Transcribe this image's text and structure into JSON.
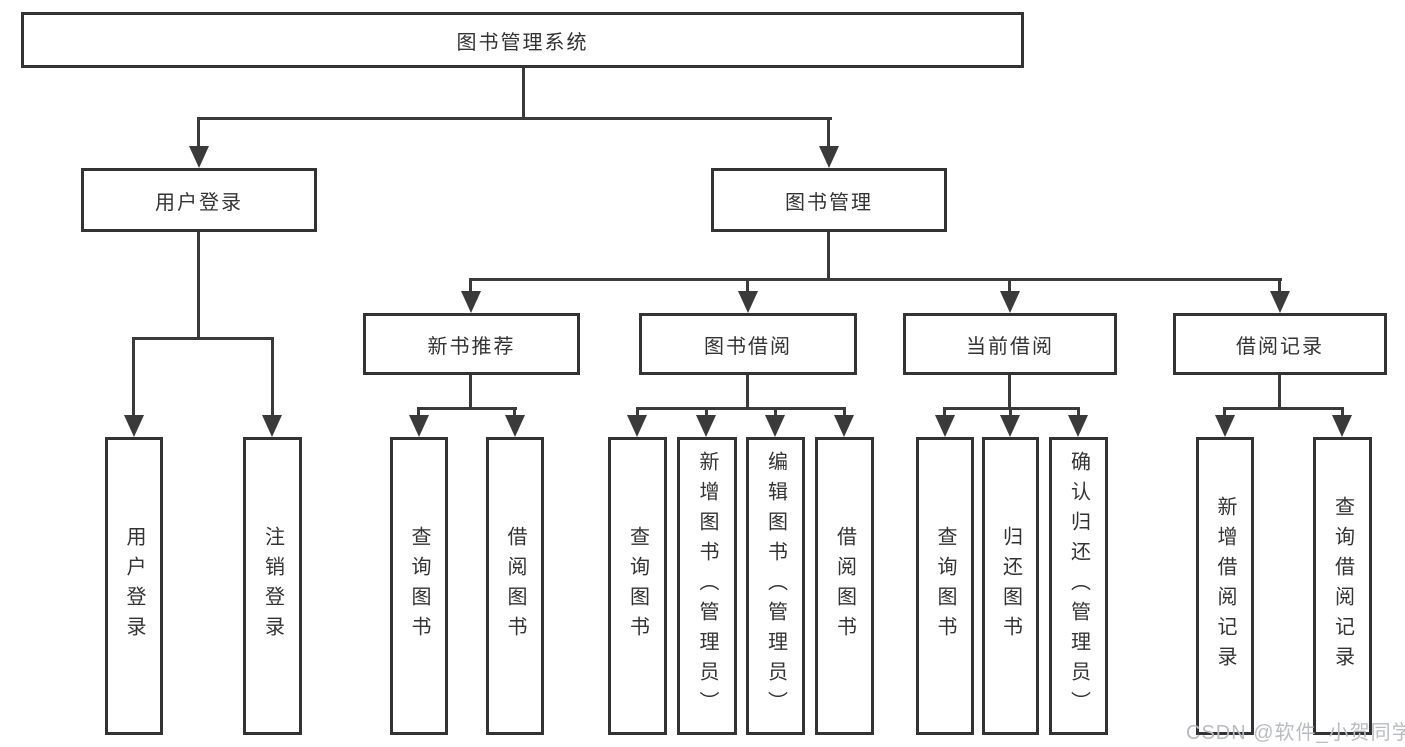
{
  "tree": {
    "root": "图书管理系统",
    "branches": [
      {
        "label": "用户登录",
        "children": [
          "用户登录",
          "注销登录"
        ]
      },
      {
        "label": "图书管理",
        "groups": [
          {
            "label": "新书推荐",
            "children": [
              "查询图书",
              "借阅图书"
            ]
          },
          {
            "label": "图书借阅",
            "children": [
              "查询图书",
              "新增图书（管理员）",
              "编辑图书（管理员）",
              "借阅图书"
            ]
          },
          {
            "label": "当前借阅",
            "children": [
              "查询图书",
              "归还图书",
              "确认归还（管理员）"
            ]
          },
          {
            "label": "借阅记录",
            "children": [
              "新增借阅记录",
              "查询借阅记录"
            ]
          }
        ]
      }
    ]
  },
  "watermark": "CSDN @软件_小贺同学",
  "colors": {
    "line": "#3a3a3a",
    "box-border": "#333333",
    "text": "#333333",
    "watermark": "#b9bcc2",
    "background": "#ffffff"
  }
}
